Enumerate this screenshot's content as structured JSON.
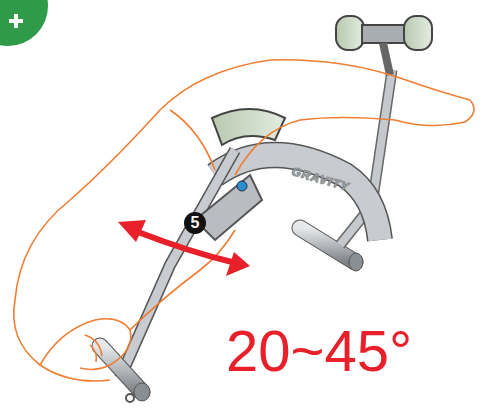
{
  "diagram": {
    "labels": [
      "5",
      "20~45°",
      "GRAVITY"
    ]
  }
}
